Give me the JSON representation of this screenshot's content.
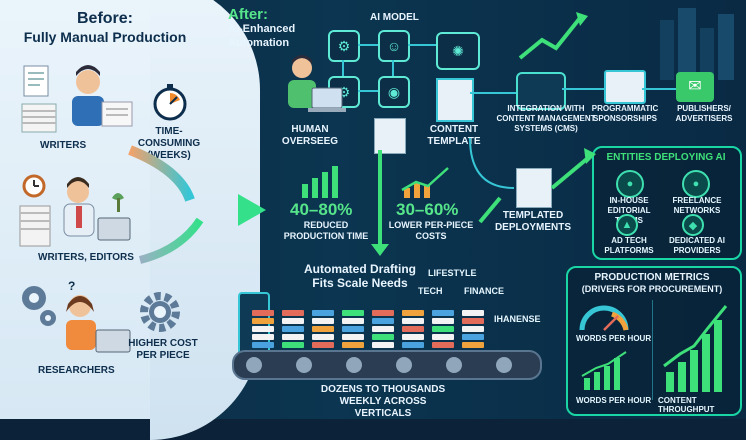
{
  "before": {
    "title_line1": "Before:",
    "title_line2": "Fully Manual Production",
    "writers": "WRITERS",
    "time_consuming": "TIME-CONSUMING (WEEKS)",
    "writers_editors": "WRITERS, EDITORS",
    "higher_cost": "HIGHER COST PER PIECE",
    "researchers": "RESEARCHERS"
  },
  "after": {
    "title_line1": "After:",
    "title_line2": "AI-Enhanced",
    "title_line3": "Automation",
    "ai_model": "AI MODEL",
    "human_oversight": "HUMAN OVERSEEG",
    "content_template": "CONTENT TEMPLATE",
    "reduced_pct": "40–80%",
    "reduced_label": "REDUCED PRODUCTION TIME",
    "lower_pct": "30–60%",
    "lower_label": "LOWER PER-PIECE COSTS",
    "drafting_line1": "Automated Drafting",
    "drafting_line2": "Fits Scale Needs",
    "tags": [
      "LIFESTYLE",
      "TECH",
      "FINANCE",
      "IHANENSE"
    ],
    "dozens_line1": "DOZENS TO THOUSANDS",
    "dozens_line2": "WEEKLY ACROSS VERTICALS"
  },
  "right": {
    "cms_integration": "INTEGRATION WITH CONTENT MANAGEMENT SYSTEMS (CMS)",
    "programmatic": "PROGRAMMATIC SPONSORSHIPS",
    "publishers": "PUBLISHERS/ ADVERTISERS",
    "templated": "TEMPLATED DEPLOYMENTS",
    "entities_title": "ENTITIES DEPLOYING AI",
    "entities": [
      "IN-HOUSE EDITORIAL TEAMS",
      "FREELANCE NETWORKS",
      "AD TECH PLATFORMS",
      "DEDICATED AI PROVIDERS"
    ],
    "metrics_title": "PRODUCTION METRICS",
    "metrics_subtitle": "(DRIVERS FOR PROCUREMENT)",
    "words_per_hour": "WORDS PER HOUR",
    "words_per_hour_2": "WORDS PER HOUR",
    "content_throughput": "CONTENT THROUGHPUT"
  },
  "colors": {
    "accent_green": "#3ee07a",
    "accent_teal": "#37c6d6",
    "before_bg": "#eaf4fb",
    "navy": "#0d2e4c"
  }
}
